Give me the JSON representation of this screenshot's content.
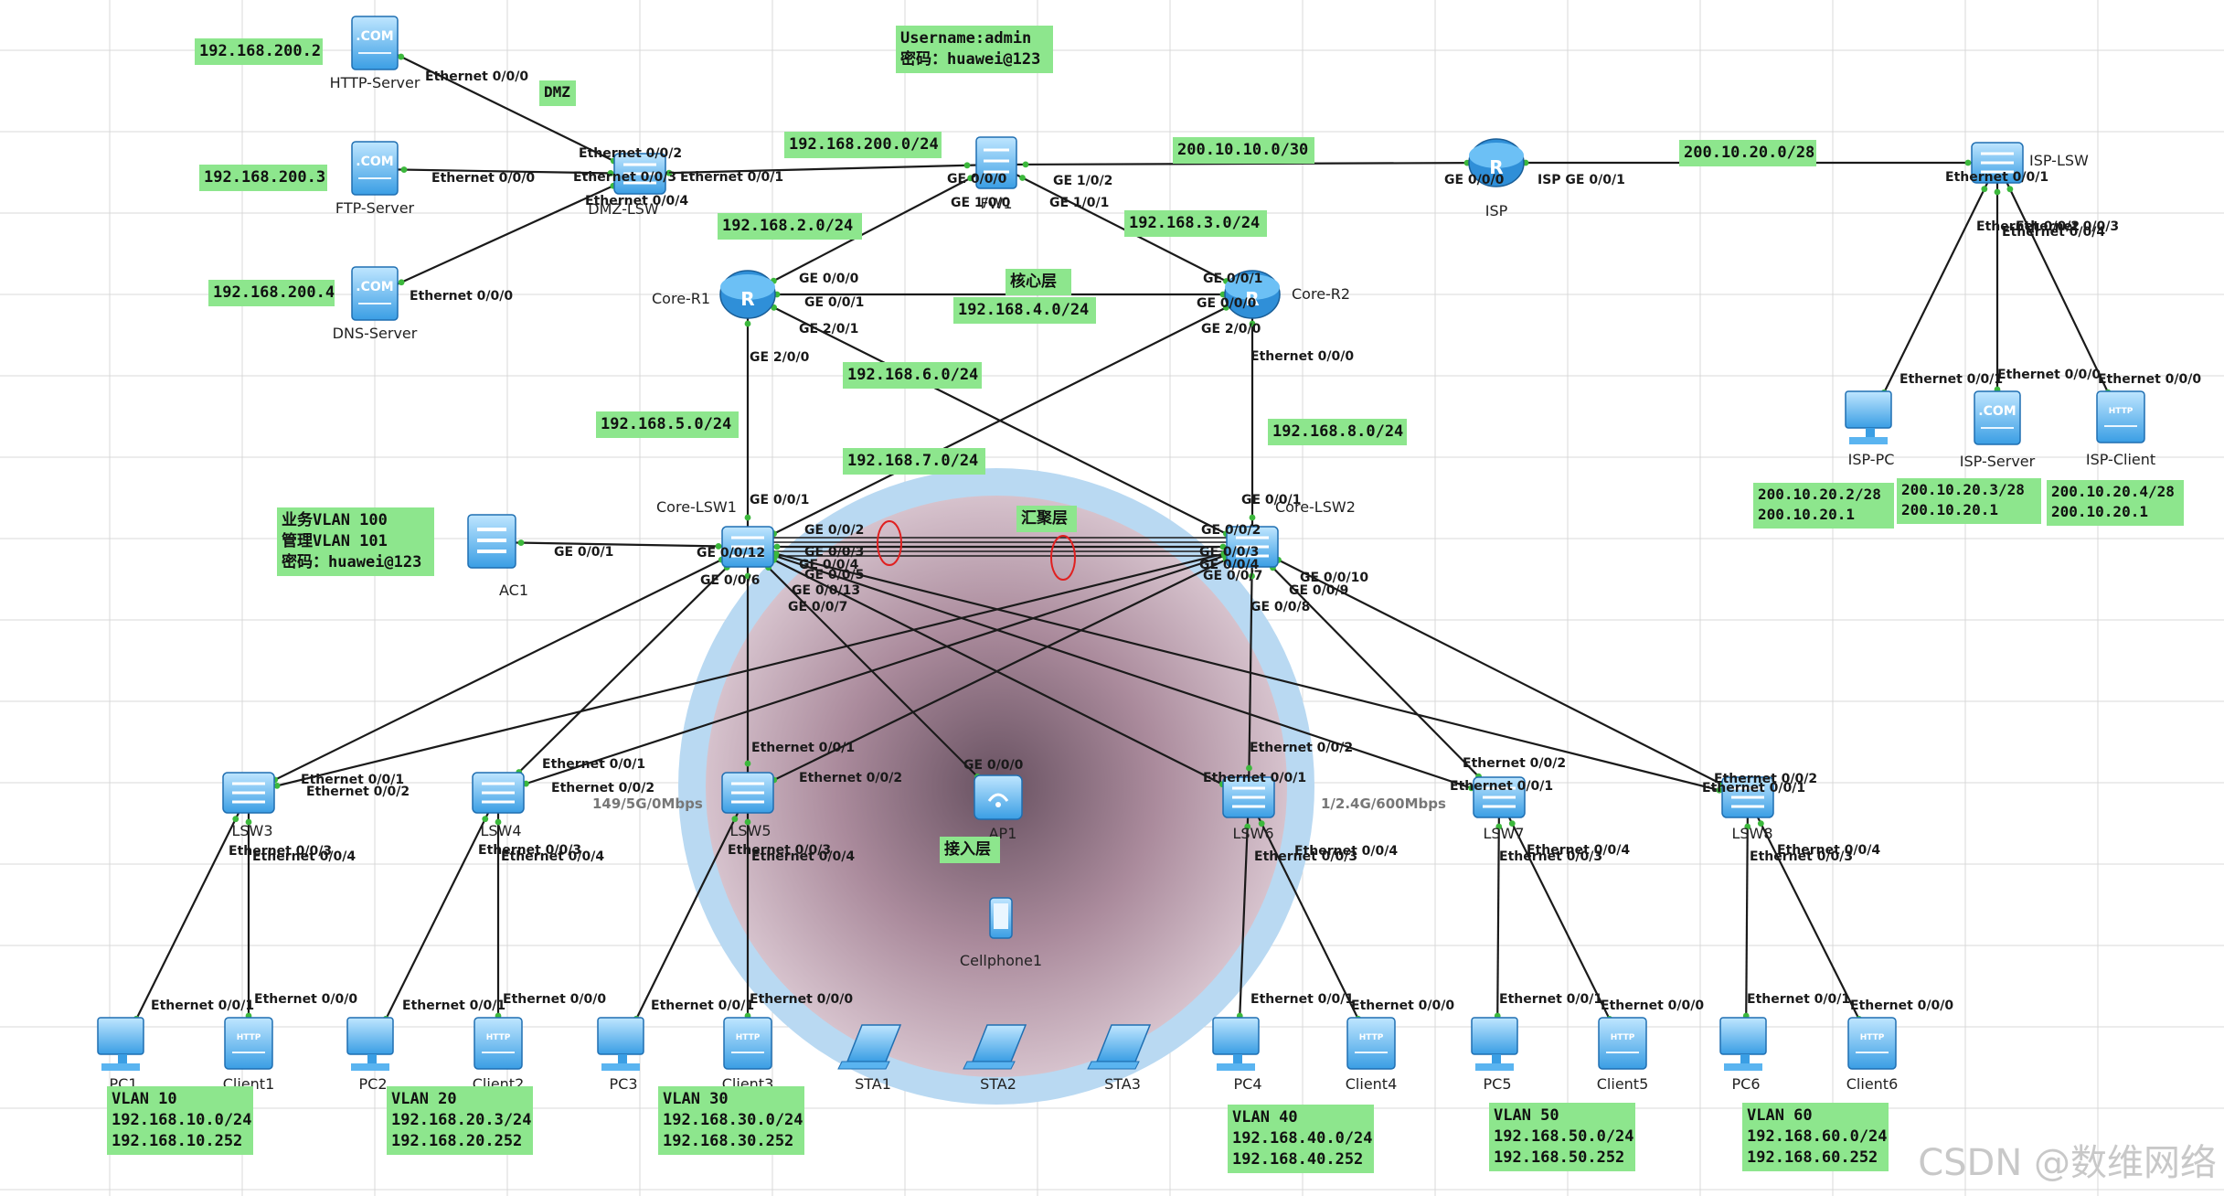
{
  "colors": {
    "label_bg": "#8de68d",
    "link": "#1a1a1a",
    "port_dot": "#3cb83c",
    "router": "#2f8fd8",
    "wireless_halo": "#b9d9f2",
    "wireless_core": "#b98a9a",
    "grid": "#d9d9d9",
    "oval": "#e02020"
  },
  "devices": {
    "http_server": "HTTP-Server",
    "ftp_server": "FTP-Server",
    "dns_server": "DNS-Server",
    "dmz_lsw": "DMZ-LSW",
    "fw1": "FW1",
    "isp": "ISP",
    "isp_lsw": "ISP-LSW",
    "isp_pc": "ISP-PC",
    "isp_server": "ISP-Server",
    "isp_client": "ISP-Client",
    "core_r1": "Core-R1",
    "core_r2": "Core-R2",
    "core_lsw1": "Core-LSW1",
    "core_lsw2": "Core-LSW2",
    "ac1": "AC1",
    "lsw3": "LSW3",
    "lsw4": "LSW4",
    "lsw5": "LSW5",
    "lsw6": "LSW6",
    "lsw7": "LSW7",
    "lsw8": "LSW8",
    "ap1": "AP1",
    "cellphone1": "Cellphone1",
    "sta1": "STA1",
    "sta2": "STA2",
    "sta3": "STA3",
    "pc1": "PC1",
    "pc2": "PC2",
    "pc3": "PC3",
    "pc4": "PC4",
    "pc5": "PC5",
    "pc6": "PC6",
    "client1": "Client1",
    "client2": "Client2",
    "client3": "Client3",
    "client4": "Client4",
    "client5": "Client5",
    "client6": "Client6"
  },
  "icon_texts": {
    "server": ".COM",
    "host": "HTTP"
  },
  "notes": {
    "login": [
      "Username:admin",
      "密码：huawei@123"
    ],
    "dmz": "DMZ",
    "core_layer": "核心层",
    "agg_layer": "汇聚层",
    "access_layer": "接入层",
    "ac_info": [
      "业务VLAN 100",
      "管理VLAN 101",
      "密码：huawei@123"
    ],
    "http_ip": "192.168.200.2",
    "ftp_ip": "192.168.200.3",
    "dns_ip": "192.168.200.4",
    "net_dmz": "192.168.200.0/24",
    "net_fw_isp": "200.10.10.0/30",
    "net_isp_lsw": "200.10.20.0/28",
    "net_r1_fw": "192.168.2.0/24",
    "net_r2_fw": "192.168.3.0/24",
    "net_r1_r2": "192.168.4.0/24",
    "net_r1_lsw1": "192.168.5.0/24",
    "net_r1_lsw2": "192.168.6.0/24",
    "net_r2_lsw1": "192.168.7.0/24",
    "net_r2_lsw2": "192.168.8.0/24",
    "isp_pc_ip": [
      "200.10.20.2/28",
      "200.10.20.1"
    ],
    "isp_server_ip": [
      "200.10.20.3/28",
      "200.10.20.1"
    ],
    "isp_client_ip": [
      "200.10.20.4/28",
      "200.10.20.1"
    ],
    "vlan10": [
      "VLAN 10",
      "192.168.10.0/24",
      "192.168.10.252"
    ],
    "vlan20": [
      "VLAN 20",
      "192.168.20.3/24",
      "192.168.20.252"
    ],
    "vlan30": [
      "VLAN 30",
      "192.168.30.0/24",
      "192.168.30.252"
    ],
    "vlan40": [
      "VLAN 40",
      "192.168.40.0/24",
      "192.168.40.252"
    ],
    "vlan50": [
      "VLAN 50",
      "192.168.50.0/24",
      "192.168.50.252"
    ],
    "vlan60": [
      "VLAN 60",
      "192.168.60.0/24",
      "192.168.60.252"
    ]
  },
  "link_speeds": {
    "left": "149/5G/0Mbps",
    "right": "1/2.4G/600Mbps"
  },
  "ports": [
    "Ethernet 0/0/0",
    "Ethernet 0/0/2",
    "Ethernet 0/0/3",
    "Ethernet 0/0/4",
    "Ethernet 0/0/1",
    "Ethernet 0/0/0",
    "Ethernet 0/0/0",
    "GE 0/0/0",
    "GE 1/0/0",
    "GE 1/0/2",
    "GE 1/0/1",
    "GE 0/0/0",
    "ISP GE 0/0/1",
    "Ethernet 0/0/1",
    "Ethernet 0/0/2",
    "Ethernet 0/0/3",
    "Ethernet 0/0/4",
    "Ethernet 0/0/1",
    "Ethernet 0/0/0",
    "Ethernet 0/0/0",
    "GE 0/0/0",
    "GE 0/0/1",
    "GE 2/0/1",
    "GE 2/0/0",
    "GE 0/0/1",
    "GE 0/0/0",
    "GE 2/0/0",
    "Ethernet 0/0/0",
    "GE 0/0/1",
    "GE 0/0/2",
    "GE 0/0/12",
    "GE 0/0/3",
    "GE 0/0/4",
    "GE 0/0/5",
    "GE 0/0/6",
    "GE 0/0/7",
    "GE 0/0/13",
    "GE 0/0/1",
    "GE 0/0/2",
    "GE 0/0/3",
    "GE 0/0/4",
    "GE 0/0/7",
    "GE 0/0/10",
    "GE 0/0/9",
    "GE 0/0/8",
    "GE 0/0/1",
    "GE 0/0/0",
    "Ethernet 0/0/1",
    "Ethernet 0/0/2",
    "Ethernet 0/0/3",
    "Ethernet 0/0/4",
    "Ethernet 0/0/1",
    "Ethernet 0/0/2",
    "Ethernet 0/0/3",
    "Ethernet 0/0/4",
    "Ethernet 0/0/1",
    "Ethernet 0/0/2",
    "Ethernet 0/0/3",
    "Ethernet 0/0/4",
    "Ethernet 0/0/2",
    "Ethernet 0/0/1",
    "Ethernet 0/0/3",
    "Ethernet 0/0/4",
    "Ethernet 0/0/2",
    "Ethernet 0/0/1",
    "Ethernet 0/0/3",
    "Ethernet 0/0/4",
    "Ethernet 0/0/2",
    "Ethernet 0/0/1",
    "Ethernet 0/0/3",
    "Ethernet 0/0/4",
    "Ethernet 0/0/1",
    "Ethernet 0/0/0",
    "Ethernet 0/0/1",
    "Ethernet 0/0/0",
    "Ethernet 0/0/1",
    "Ethernet 0/0/0",
    "Ethernet 0/0/1",
    "Ethernet 0/0/0",
    "Ethernet 0/0/1",
    "Ethernet 0/0/0",
    "Ethernet 0/0/1",
    "Ethernet 0/0/0"
  ],
  "watermark": "CSDN @数维网络"
}
